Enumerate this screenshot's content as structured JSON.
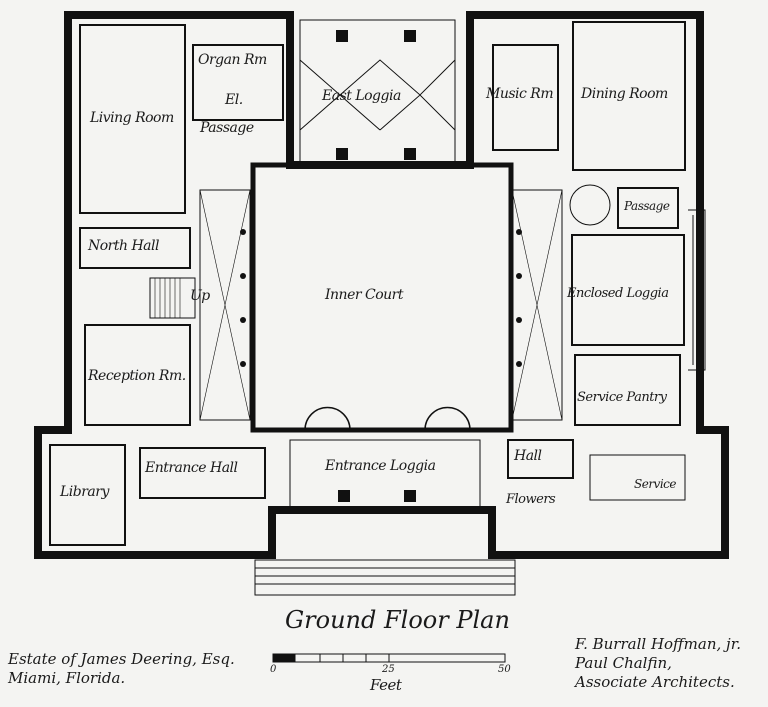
{
  "plan": {
    "title": "Ground Floor Plan",
    "rooms": {
      "organ_room": "Organ Rm",
      "elevator": "El.",
      "passage_west": "Passage",
      "living_room": "Living Room",
      "east_loggia": "East Loggia",
      "music_room": "Music Rm",
      "dining_room": "Dining Room",
      "passage_east": "Passage",
      "north_hall": "North Hall",
      "up": "Up",
      "inner_court": "Inner Court",
      "enclosed_loggia": "Enclosed Loggia",
      "reception_room": "Reception Rm.",
      "service_pantry": "Service Pantry",
      "library": "Library",
      "entrance_hall": "Entrance Hall",
      "entrance_loggia": "Entrance Loggia",
      "hall": "Hall",
      "service": "Service",
      "flowers": "Flowers"
    },
    "client": [
      "Estate of James Deering, Esq.",
      "Miami, Florida."
    ],
    "architects": [
      "F. Burrall Hoffman, jr.",
      "Paul Chalfin,",
      "Associate Architects."
    ],
    "scale": {
      "unit_label": "Feet",
      "ticks": [
        "0",
        "25",
        "50"
      ]
    }
  }
}
